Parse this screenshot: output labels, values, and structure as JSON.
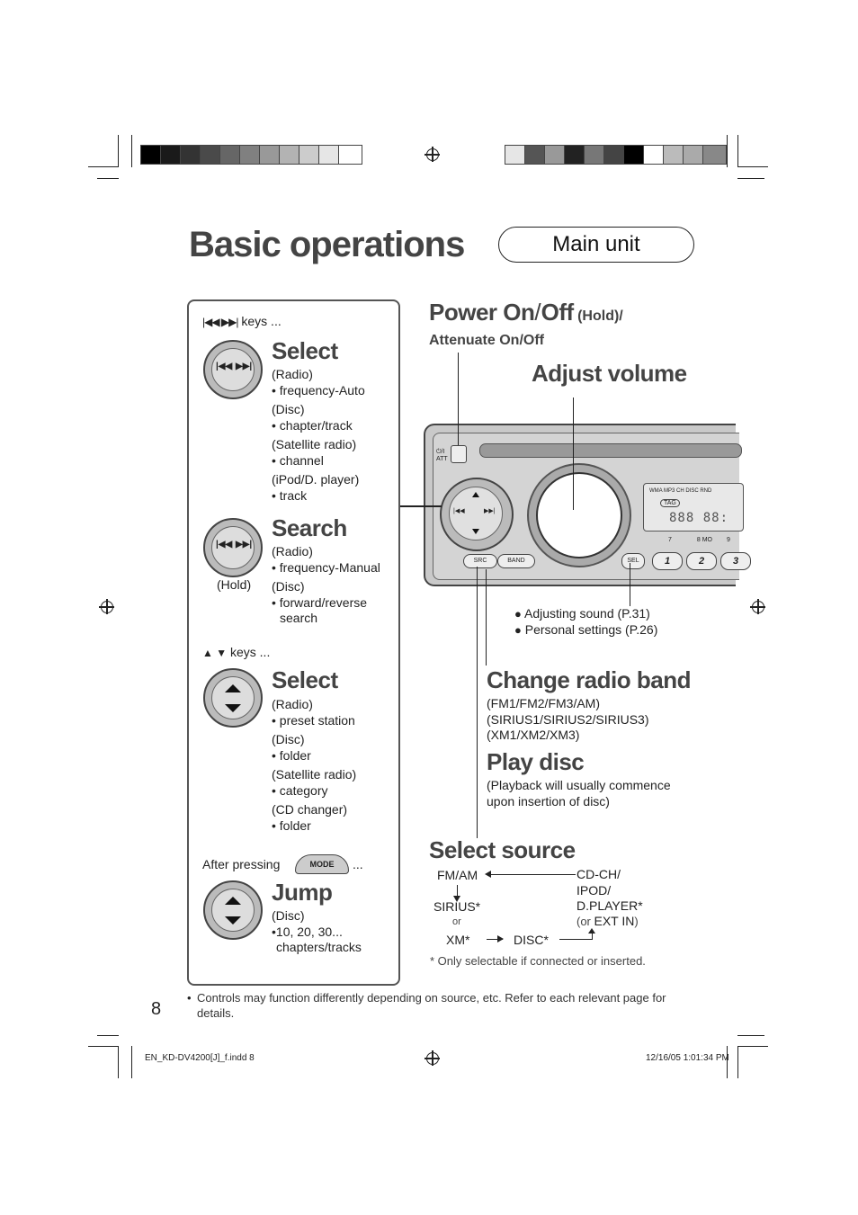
{
  "page_title": "Basic operations",
  "unit_label": "Main unit",
  "left_panel": {
    "skip_keys_label": "keys ...",
    "select1": {
      "heading": "Select",
      "lines": [
        "(Radio)",
        "• frequency-Auto",
        "(Disc)",
        "• chapter/track",
        "(Satellite radio)",
        "• channel",
        "(iPod/D. player)",
        "• track"
      ]
    },
    "search": {
      "heading": "Search",
      "hold": "(Hold)",
      "lines": [
        "(Radio)",
        "• frequency-Manual",
        "(Disc)",
        "• forward/reverse",
        "search"
      ]
    },
    "updown_keys_label": "keys ...",
    "select2": {
      "heading": "Select",
      "lines": [
        "(Radio)",
        "• preset station",
        "(Disc)",
        "• folder",
        "(Satellite radio)",
        "• category",
        "(CD changer)",
        "• folder"
      ]
    },
    "after_pressing": "After pressing",
    "after_pressing_tail": "...",
    "mode_label": "MODE",
    "jump": {
      "heading": "Jump",
      "lines": [
        "(Disc)",
        "•10, 20, 30...",
        "chapters/tracks"
      ]
    }
  },
  "right": {
    "power_heading": "Power On",
    "power_sep": "/",
    "power_off": "Off",
    "power_hold": "(Hold)/",
    "attenuate": "Attenuate On/Off",
    "adjust_volume": "Adjust volume",
    "sel_notes": [
      "Adjusting sound (P.31)",
      "Personal settings (P.26)"
    ],
    "change_band": {
      "heading": "Change radio band",
      "lines": [
        "(FM1/FM2/FM3/AM)",
        "(SIRIUS1/SIRIUS2/SIRIUS3)",
        "(XM1/XM2/XM3)"
      ]
    },
    "play_disc": {
      "heading": "Play disc",
      "lines": [
        "(Playback will usually commence",
        "upon insertion of disc)"
      ]
    },
    "select_source": {
      "heading": "Select source",
      "fm_am": "FM/AM",
      "sirius": "SIRIUS*",
      "or1": "or",
      "xm": "XM*",
      "disc": "DISC*",
      "cdch": "CD-CH/",
      "ipod": "IPOD/",
      "dplayer": "D.PLAYER*",
      "or_ext_prefix": "(or ",
      "ext_in": "EXT IN",
      "or_ext_suffix": ")",
      "note": "* Only selectable if connected or inserted."
    }
  },
  "device": {
    "power_label": "⏻/I",
    "att_label": "ATT",
    "src_label": "SRC",
    "band_label": "BAND",
    "sel_label": "SEL",
    "presets": [
      "1",
      "2",
      "3"
    ],
    "display_top": "WMA  MP3  CH DISC  RND",
    "display_tag": "TAG",
    "display_nums": [
      "7",
      "8",
      "MO",
      "9"
    ]
  },
  "footer": {
    "page_number": "8",
    "note_bullet": "•",
    "note": "Controls may function differently depending on source, etc. Refer to each relevant page for details.",
    "file": "EN_KD-DV4200[J]_f.indd   8",
    "date": "12/16/05   1:01:34 PM"
  },
  "colors": {
    "heading_gray": "#444444",
    "panel_border": "#555555"
  }
}
